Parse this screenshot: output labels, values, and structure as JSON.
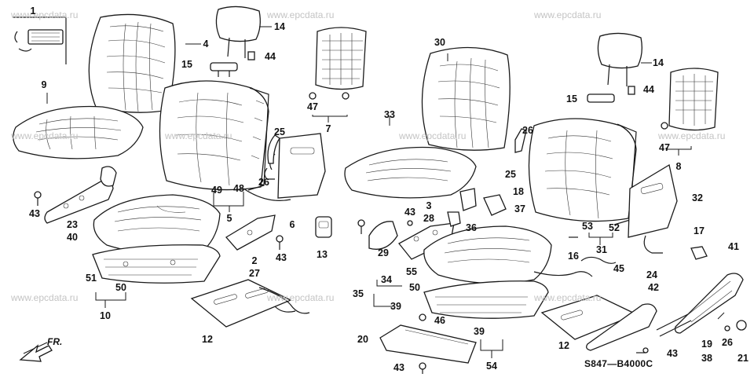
{
  "watermark": "www.epcdata.ru",
  "diagram_code": "S847—B4000C",
  "direction_label": "FR.",
  "colors": {
    "ink": "#1a1a1a",
    "watermark": "#c4c4c4",
    "background": "#ffffff"
  },
  "callouts": [
    "1",
    "4",
    "9",
    "14",
    "15",
    "44",
    "47",
    "7",
    "25",
    "26",
    "49",
    "48",
    "6",
    "5",
    "23",
    "40",
    "43",
    "2",
    "13",
    "51",
    "50",
    "10",
    "27",
    "12",
    "30",
    "33",
    "3",
    "28",
    "18",
    "37",
    "36",
    "29",
    "45",
    "43",
    "34",
    "55",
    "50",
    "35",
    "39",
    "46",
    "20",
    "43",
    "17",
    "41",
    "42",
    "14",
    "15",
    "44",
    "47",
    "8",
    "32",
    "53",
    "52",
    "31",
    "16",
    "24",
    "19",
    "38",
    "26",
    "21",
    "54",
    "12",
    "43",
    "39"
  ]
}
